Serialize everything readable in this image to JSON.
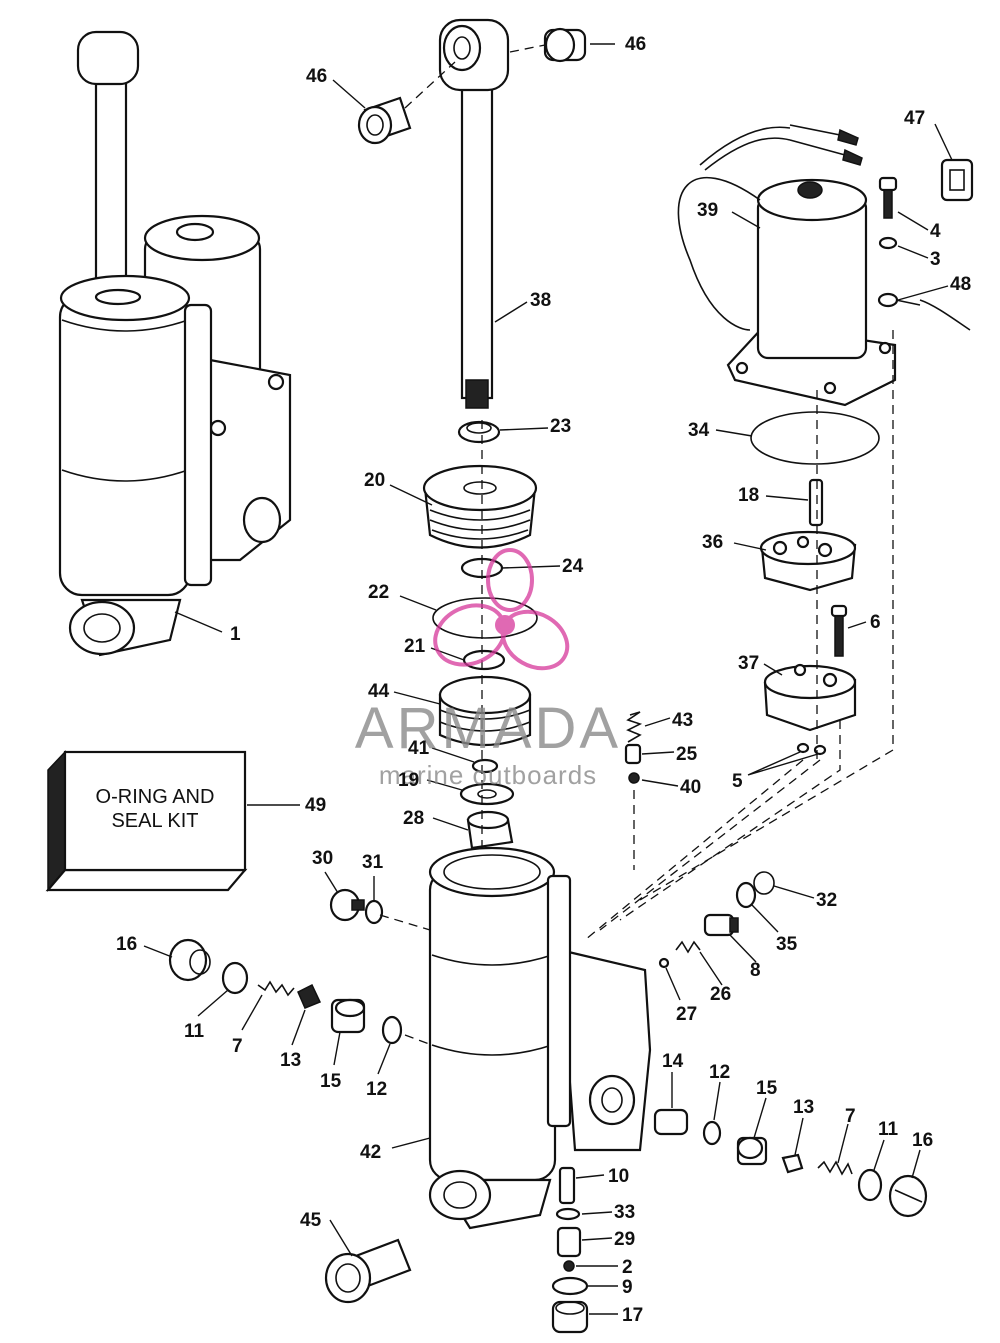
{
  "diagram": {
    "kit_label_line1": "O-RING AND",
    "kit_label_line2": "SEAL KIT",
    "watermark": {
      "brand": "ARMADA",
      "tagline": "marine outboards",
      "accent_color": "#d6379a"
    },
    "callouts": [
      {
        "id": "1",
        "label": "1"
      },
      {
        "id": "2",
        "label": "2"
      },
      {
        "id": "3",
        "label": "3"
      },
      {
        "id": "4",
        "label": "4"
      },
      {
        "id": "5",
        "label": "5"
      },
      {
        "id": "6",
        "label": "6"
      },
      {
        "id": "7a",
        "label": "7"
      },
      {
        "id": "7b",
        "label": "7"
      },
      {
        "id": "8",
        "label": "8"
      },
      {
        "id": "9",
        "label": "9"
      },
      {
        "id": "10",
        "label": "10"
      },
      {
        "id": "11a",
        "label": "11"
      },
      {
        "id": "11b",
        "label": "11"
      },
      {
        "id": "12a",
        "label": "12"
      },
      {
        "id": "12b",
        "label": "12"
      },
      {
        "id": "13a",
        "label": "13"
      },
      {
        "id": "13b",
        "label": "13"
      },
      {
        "id": "14",
        "label": "14"
      },
      {
        "id": "15a",
        "label": "15"
      },
      {
        "id": "15b",
        "label": "15"
      },
      {
        "id": "16a",
        "label": "16"
      },
      {
        "id": "16b",
        "label": "16"
      },
      {
        "id": "17",
        "label": "17"
      },
      {
        "id": "18",
        "label": "18"
      },
      {
        "id": "19",
        "label": "19"
      },
      {
        "id": "20",
        "label": "20"
      },
      {
        "id": "21",
        "label": "21"
      },
      {
        "id": "22",
        "label": "22"
      },
      {
        "id": "23",
        "label": "23"
      },
      {
        "id": "24",
        "label": "24"
      },
      {
        "id": "25",
        "label": "25"
      },
      {
        "id": "26",
        "label": "26"
      },
      {
        "id": "27",
        "label": "27"
      },
      {
        "id": "28",
        "label": "28"
      },
      {
        "id": "29",
        "label": "29"
      },
      {
        "id": "30",
        "label": "30"
      },
      {
        "id": "31",
        "label": "31"
      },
      {
        "id": "32",
        "label": "32"
      },
      {
        "id": "33",
        "label": "33"
      },
      {
        "id": "34",
        "label": "34"
      },
      {
        "id": "35",
        "label": "35"
      },
      {
        "id": "36",
        "label": "36"
      },
      {
        "id": "37",
        "label": "37"
      },
      {
        "id": "38",
        "label": "38"
      },
      {
        "id": "39",
        "label": "39"
      },
      {
        "id": "40",
        "label": "40"
      },
      {
        "id": "41",
        "label": "41"
      },
      {
        "id": "42",
        "label": "42"
      },
      {
        "id": "43",
        "label": "43"
      },
      {
        "id": "44",
        "label": "44"
      },
      {
        "id": "45",
        "label": "45"
      },
      {
        "id": "46a",
        "label": "46"
      },
      {
        "id": "46b",
        "label": "46"
      },
      {
        "id": "47",
        "label": "47"
      },
      {
        "id": "48",
        "label": "48"
      },
      {
        "id": "49",
        "label": "49"
      }
    ]
  }
}
